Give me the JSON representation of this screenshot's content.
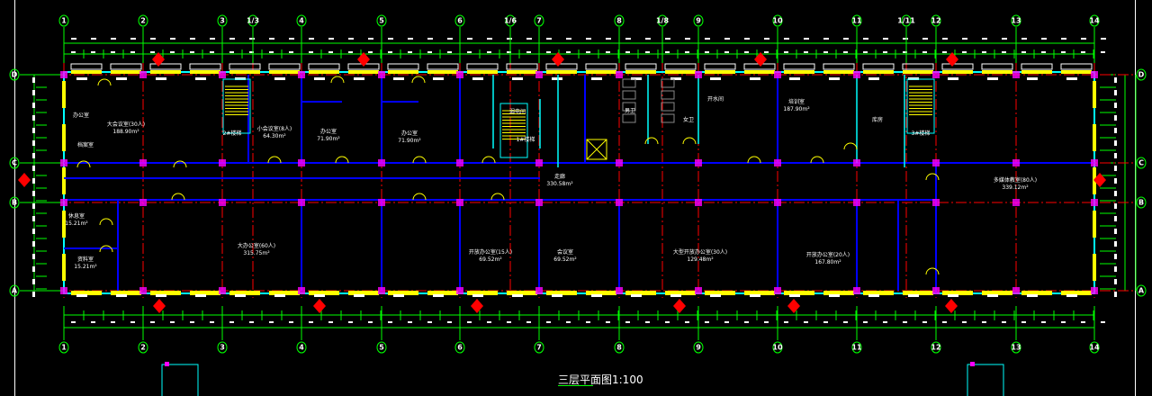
{
  "drawing_title": "三层平面图1:100",
  "grid_top": [
    "1",
    "2",
    "3",
    "1/3",
    "4",
    "5",
    "6",
    "1/6",
    "7",
    "8",
    "1/8",
    "9",
    "10",
    "11",
    "1/11",
    "12",
    "13",
    "14"
  ],
  "grid_bottom": [
    "1",
    "2",
    "3",
    "4",
    "5",
    "6",
    "7",
    "8",
    "9",
    "10",
    "11",
    "12",
    "13",
    "14"
  ],
  "grid_rows": [
    "D",
    "C",
    "B",
    "A"
  ],
  "rooms": [
    {
      "name": "大会议室(30人)",
      "area": "188.90m²"
    },
    {
      "name": "办公室",
      "area": ""
    },
    {
      "name": "档案室",
      "area": ""
    },
    {
      "name": "小会议室(8人)",
      "area": "64.30m²"
    },
    {
      "name": "办公室",
      "area": "71.90m²"
    },
    {
      "name": "办公室",
      "area": "71.90m²"
    },
    {
      "name": "2#楼梯",
      "area": ""
    },
    {
      "name": "1#楼梯",
      "area": ""
    },
    {
      "name": "3#楼梯",
      "area": ""
    },
    {
      "name": "男卫",
      "area": ""
    },
    {
      "name": "女卫",
      "area": ""
    },
    {
      "name": "开水间",
      "area": ""
    },
    {
      "name": "弱电间",
      "area": ""
    },
    {
      "name": "走廊",
      "area": "330.58m²"
    },
    {
      "name": "培训室",
      "area": "187.90m²"
    },
    {
      "name": "库房",
      "area": ""
    },
    {
      "name": "多媒体教室(80人)",
      "area": "339.12m²"
    },
    {
      "name": "休息室",
      "area": "15.21m²"
    },
    {
      "name": "资料室",
      "area": "15.21m²"
    },
    {
      "name": "大办公室(60人)",
      "area": "315.75m²"
    },
    {
      "name": "开放办公室(15人)",
      "area": "69.52m²"
    },
    {
      "name": "会议室",
      "area": "69.52m²"
    },
    {
      "name": "大型开放办公室(30人)",
      "area": "129.48m²"
    },
    {
      "name": "开放办公室(20人)",
      "area": "167.80m²"
    }
  ],
  "colors": {
    "grid": "#00ff00",
    "axis": "#ff0000",
    "wall": "#0000ff",
    "window": "#ffff00",
    "glass": "#00ffff",
    "column": "#ff00ff",
    "text": "#ffffff"
  }
}
